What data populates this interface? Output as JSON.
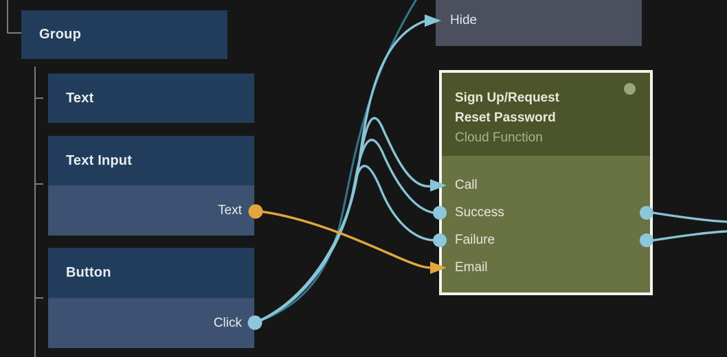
{
  "editor": {
    "type": "node-graph-canvas",
    "background": "#161616"
  },
  "palette": {
    "node_header_blue": "#223c5c",
    "node_port_row_blue": "#3d5170",
    "node_gray": "#4b505c",
    "function_header_green": "#4c5529",
    "function_body_green": "#697243",
    "function_border_white": "#f4f3ec",
    "signal_blue": "#86c4d6",
    "signal_teal": "#35768c",
    "data_orange": "#e2a73c",
    "tree_line_gray": "#7c7c7c"
  },
  "component_tree": {
    "nodes": [
      {
        "label": "Group"
      },
      {
        "label": "Text"
      },
      {
        "label": "Text Input",
        "output_port": {
          "label": "Text",
          "type": "data"
        }
      },
      {
        "label": "Button",
        "output_port": {
          "label": "Click",
          "type": "signal"
        }
      }
    ]
  },
  "hide_node": {
    "label": "Hide"
  },
  "function_node": {
    "title": "Sign Up/Request Reset Password",
    "subtitle": "Cloud Function",
    "ports": [
      {
        "label": "Call",
        "left_marker": "arrow-blue"
      },
      {
        "label": "Success",
        "left_marker": "dot-blue",
        "right_marker": "dot-blue"
      },
      {
        "label": "Failure",
        "left_marker": "dot-blue",
        "right_marker": "dot-blue"
      },
      {
        "label": "Email",
        "left_marker": "arrow-orange"
      }
    ]
  },
  "connections": [
    {
      "from": "Button.Click",
      "to": "Hide",
      "type": "signal"
    },
    {
      "from": "Button.Click",
      "to": "CloudFunction.Call",
      "type": "signal"
    },
    {
      "from": "Button.Click",
      "to": "CloudFunction.Success",
      "type": "signal"
    },
    {
      "from": "Button.Click",
      "to": "CloudFunction.Failure",
      "type": "signal"
    },
    {
      "from": "Button.Click",
      "to": "offscreen-top",
      "type": "signal"
    },
    {
      "from": "TextInput.Text",
      "to": "CloudFunction.Email",
      "type": "data"
    },
    {
      "from": "CloudFunction.Success",
      "to": "offscreen-right",
      "type": "signal"
    },
    {
      "from": "CloudFunction.Failure",
      "to": "offscreen-right",
      "type": "signal"
    }
  ]
}
